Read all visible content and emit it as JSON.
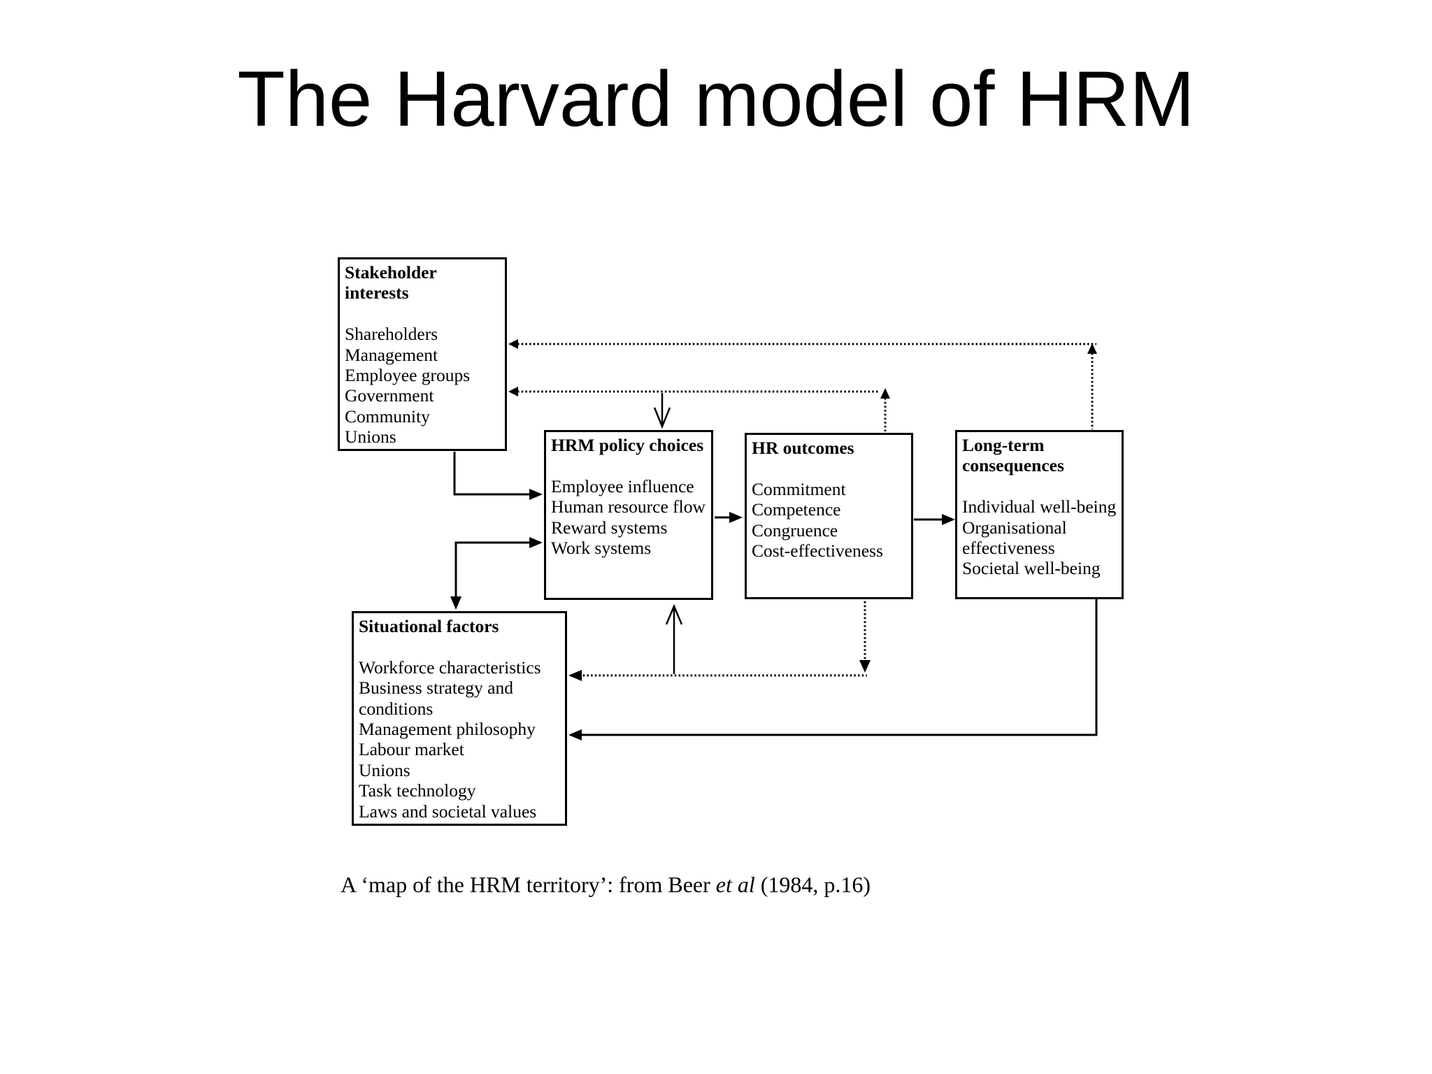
{
  "colors": {
    "ink": "#000000",
    "background": "#ffffff"
  },
  "title": "The Harvard model of HRM",
  "caption": {
    "prefix": "A ‘map of the HRM territory’: from Beer ",
    "italic": "et al",
    "suffix": " (1984, p.16)"
  },
  "boxes": {
    "stakeholder_interests": {
      "title": "Stakeholder\ninterests",
      "items": [
        "Shareholders",
        "Management",
        "Employee groups",
        "Government",
        "Community",
        "Unions"
      ]
    },
    "hrm_policy_choices": {
      "title": "HRM policy choices",
      "items": [
        "Employee influence",
        "Human resource flow",
        "Reward systems",
        "Work systems"
      ]
    },
    "hr_outcomes": {
      "title": "HR outcomes",
      "items": [
        "Commitment",
        "Competence",
        "Congruence",
        "Cost-effectiveness"
      ]
    },
    "long_term_consequences": {
      "title": "Long-term\nconsequences",
      "items": [
        "Individual well-being",
        "Organisational effectiveness",
        "Societal well-being"
      ]
    },
    "situational_factors": {
      "title": "Situational factors",
      "items": [
        "Workforce characteristics",
        "Business strategy and conditions",
        "Management philosophy",
        "Labour market",
        "Unions",
        "Task technology",
        "Laws and societal values"
      ]
    }
  },
  "edges": [
    {
      "from": "Stakeholder interests",
      "to": "HRM policy choices",
      "style": "solid"
    },
    {
      "from": "Situational factors",
      "to": "HRM policy choices",
      "style": "solid-double-headed-elbow"
    },
    {
      "from": "HRM policy choices",
      "to": "HR outcomes",
      "style": "solid"
    },
    {
      "from": "HR outcomes",
      "to": "Long-term consequences",
      "style": "solid"
    },
    {
      "from": "Long-term consequences",
      "to": "Stakeholder interests",
      "style": "dotted-feedback"
    },
    {
      "from": "HR outcomes",
      "to": "Stakeholder interests",
      "style": "dotted-feedback"
    },
    {
      "from": "feedback line",
      "to": "HRM policy choices",
      "style": "thin-down-arrow"
    },
    {
      "from": "feedback line",
      "to": "HRM policy choices",
      "style": "thin-up-arrow"
    },
    {
      "from": "HR outcomes",
      "to": "Situational factors",
      "style": "dotted-feedback"
    },
    {
      "from": "Long-term consequences",
      "to": "Situational factors",
      "style": "solid-feedback"
    }
  ]
}
